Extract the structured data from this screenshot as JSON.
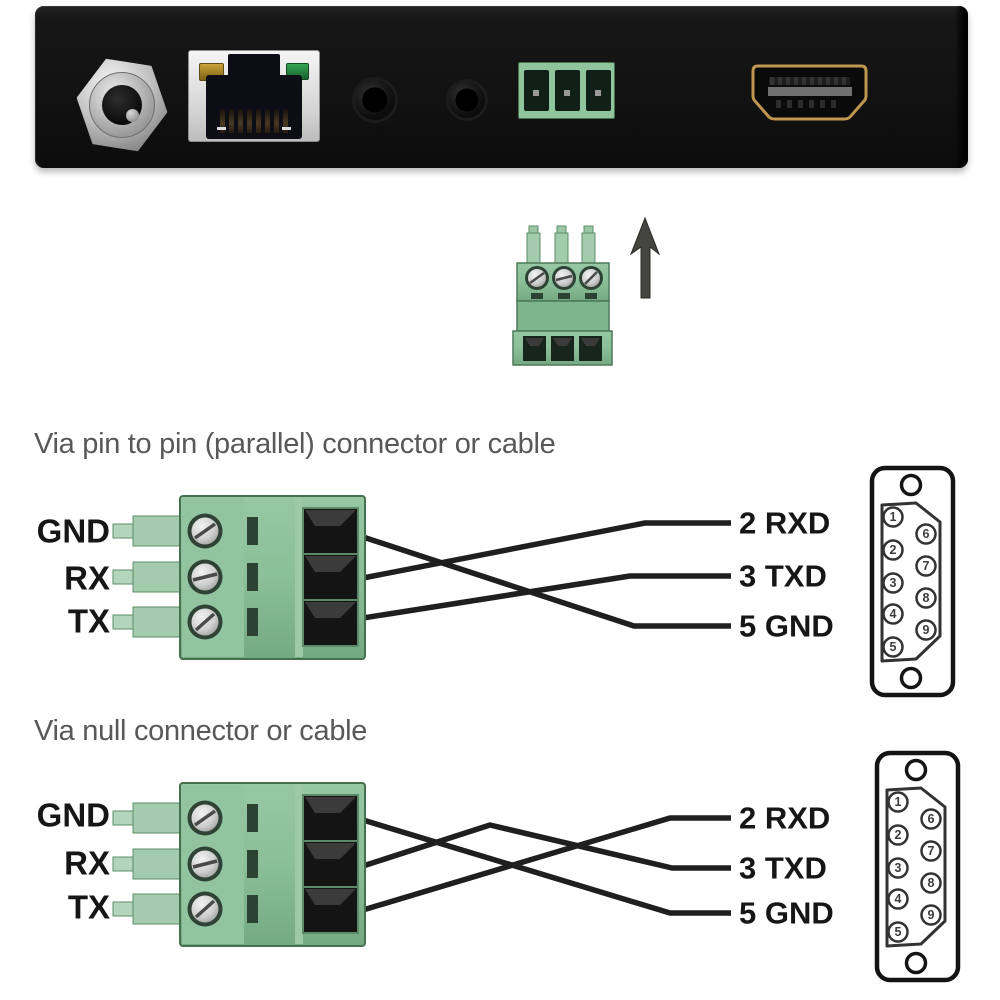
{
  "panel": {
    "ports": [
      "dc-power-jack",
      "rj45-ethernet-port",
      "audio-jack",
      "audio-jack",
      "3-pin-terminal-socket",
      "hdmi-port"
    ],
    "leds": [
      "amber",
      "green"
    ]
  },
  "removable_connector": {
    "name": "3-pin-terminal-plug",
    "arrow": "up-arrow"
  },
  "sections": [
    {
      "title": "Via pin to pin (parallel) connector or cable",
      "terminal_pins": [
        "GND",
        "RX",
        "TX"
      ],
      "db9_pin_labels": [
        "2 RXD",
        "3 TXD",
        "5 GND"
      ],
      "connections": [
        {
          "from": "GND",
          "to": "5 GND"
        },
        {
          "from": "RX",
          "to": "2 RXD"
        },
        {
          "from": "TX",
          "to": "3 TXD"
        }
      ]
    },
    {
      "title": "Via null connector or cable",
      "terminal_pins": [
        "GND",
        "RX",
        "TX"
      ],
      "db9_pin_labels": [
        "2 RXD",
        "3 TXD",
        "5 GND"
      ],
      "connections": [
        {
          "from": "GND",
          "to": "5 GND"
        },
        {
          "from": "RX",
          "to": "3 TXD"
        },
        {
          "from": "TX",
          "to": "2 RXD"
        }
      ]
    }
  ],
  "db9_pins": [
    "1",
    "2",
    "3",
    "4",
    "5",
    "6",
    "7",
    "8",
    "9"
  ],
  "colors": {
    "terminal_green": "#8abf97",
    "panel_black": "#121212",
    "wire_black": "#1f1f1f",
    "title_gray": "#585858",
    "hdmi_gold": "#bf9750"
  }
}
